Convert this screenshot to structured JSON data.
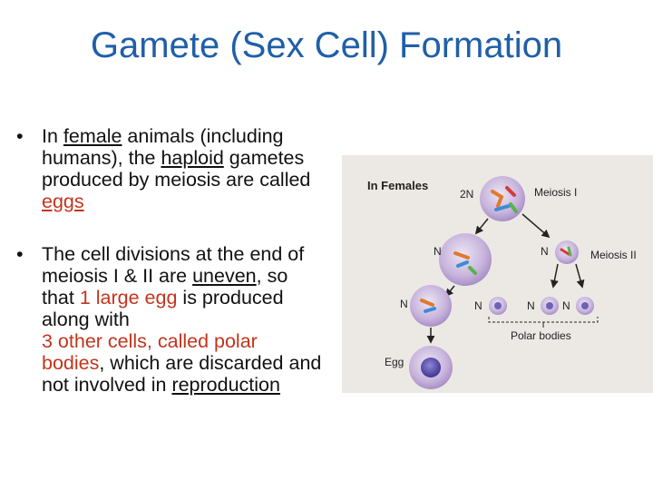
{
  "slide": {
    "title": "Gamete (Sex Cell) Formation"
  },
  "bullets": [
    {
      "p1": "In ",
      "female": "female",
      "p2": " animals (including humans), the ",
      "haploid": "haploid",
      "p3": " gametes produced by meiosis are called ",
      "eggs": "eggs"
    },
    {
      "p1": "The cell divisions at the end of meiosis I & II are ",
      "uneven": "uneven",
      "p2": ", so that ",
      "large_egg": "1 large egg",
      "p3": " is produced along with ",
      "other_cells": "3 other cells, called ",
      "polar": "polar bodies",
      "p4": ", which are discarded and not involved in ",
      "reproduction": "reproduction"
    }
  ],
  "figure": {
    "heading": "In Females",
    "label_2n": "2N",
    "meiosis_1": "Meiosis I",
    "meiosis_2": "Meiosis II",
    "n": "N",
    "polar_bodies": "Polar bodies",
    "egg": "Egg"
  },
  "colors": {
    "title": "#1f5fa8",
    "highlight": "#c2351d",
    "figure_bg": "#ece9e5",
    "cell": "#c7b3dc",
    "nucleus": "#5b4fa8"
  }
}
